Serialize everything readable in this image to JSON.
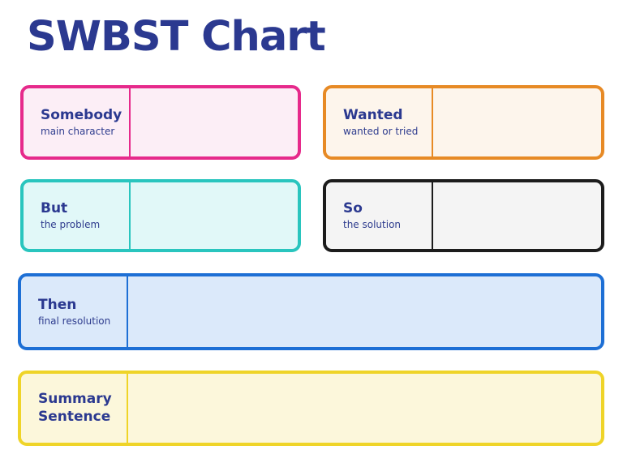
{
  "page": {
    "title": "SWBST Chart"
  },
  "colors": {
    "background": "#FFFFFF",
    "title_text": "#2B3990",
    "label_text": "#2B3990"
  },
  "boxes": [
    {
      "id": "somebody",
      "label": "Somebody",
      "sublabel": "main character",
      "border": "#E62A8B",
      "fill": "#FCEEF6",
      "value": ""
    },
    {
      "id": "wanted",
      "label": "Wanted",
      "sublabel": "wanted or tried",
      "border": "#E78A25",
      "fill": "#FDF5EC",
      "value": ""
    },
    {
      "id": "but",
      "label": "But",
      "sublabel": "the problem",
      "border": "#29C5BE",
      "fill": "#E1F8F8",
      "value": ""
    },
    {
      "id": "so",
      "label": "So",
      "sublabel": "the solution",
      "border": "#1C1C1C",
      "fill": "#F4F4F4",
      "value": ""
    },
    {
      "id": "then",
      "label": "Then",
      "sublabel": "final resolution",
      "border": "#1D6FD5",
      "fill": "#DBE9FA",
      "value": ""
    },
    {
      "id": "summary",
      "label": "Summary Sentence",
      "sublabel": "",
      "border": "#EFD428",
      "fill": "#FCF7DB",
      "value": ""
    }
  ]
}
